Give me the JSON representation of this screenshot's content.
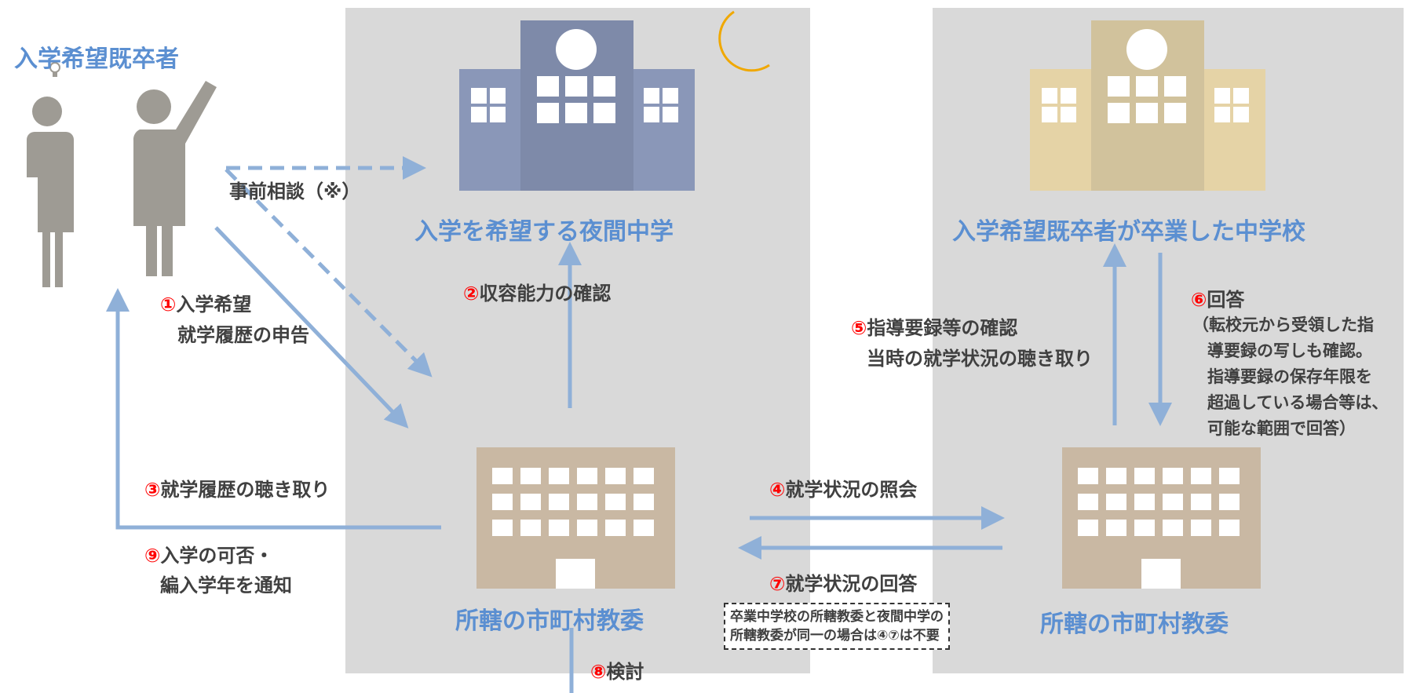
{
  "title_applicant": "入学希望既卒者",
  "title_night_school": "入学を希望する夜間中学",
  "title_grad_school": "入学希望既卒者が卒業した中学校",
  "title_board_left": "所轄の市町村教委",
  "title_board_right": "所轄の市町村教委",
  "pre_consult": "事前相談（※）",
  "steps": {
    "s1_num": "①",
    "s1_line1": "入学希望",
    "s1_line2": "就学履歴の申告",
    "s2_num": "②",
    "s2_text": "収容能力の確認",
    "s3_num": "③",
    "s3_text": "就学履歴の聴き取り",
    "s4_num": "④",
    "s4_text": "就学状況の照会",
    "s5_num": "⑤",
    "s5_line1": "指導要録等の確認",
    "s5_line2": "当時の就学状況の聴き取り",
    "s6_num": "⑥",
    "s6_text": "回答",
    "s6_line1": "（転校元から受領した指",
    "s6_line2": "導要録の写しも確認。",
    "s6_line3": "指導要録の保存年限を",
    "s6_line4": "超過している場合等は、",
    "s6_line5": "可能な範囲で回答）",
    "s7_num": "⑦",
    "s7_text": "就学状況の回答",
    "s8_num": "⑧",
    "s8_text": "検討",
    "s9_num": "⑨",
    "s9_line1": "入学の可否・",
    "s9_line2": "編入学年を通知"
  },
  "note_line1": "卒業中学校の所轄教委と夜間中学の",
  "note_line2": "所轄教委が同一の場合は④⑦は不要",
  "colors": {
    "panel": "#d9d9d9",
    "arrow": "#8fb0d8",
    "label_blue": "#5b8fd1",
    "number_red": "#ff0000",
    "night_school": "#8a97b8",
    "grad_school": "#e5d3a6",
    "board_building": "#c9b8a3",
    "person": "#9e9b94",
    "moon": "#ffd700"
  },
  "icons": [
    "person-thinking-icon",
    "person-pointing-icon",
    "lightbulb-icon",
    "moon-icon",
    "building-icon"
  ]
}
